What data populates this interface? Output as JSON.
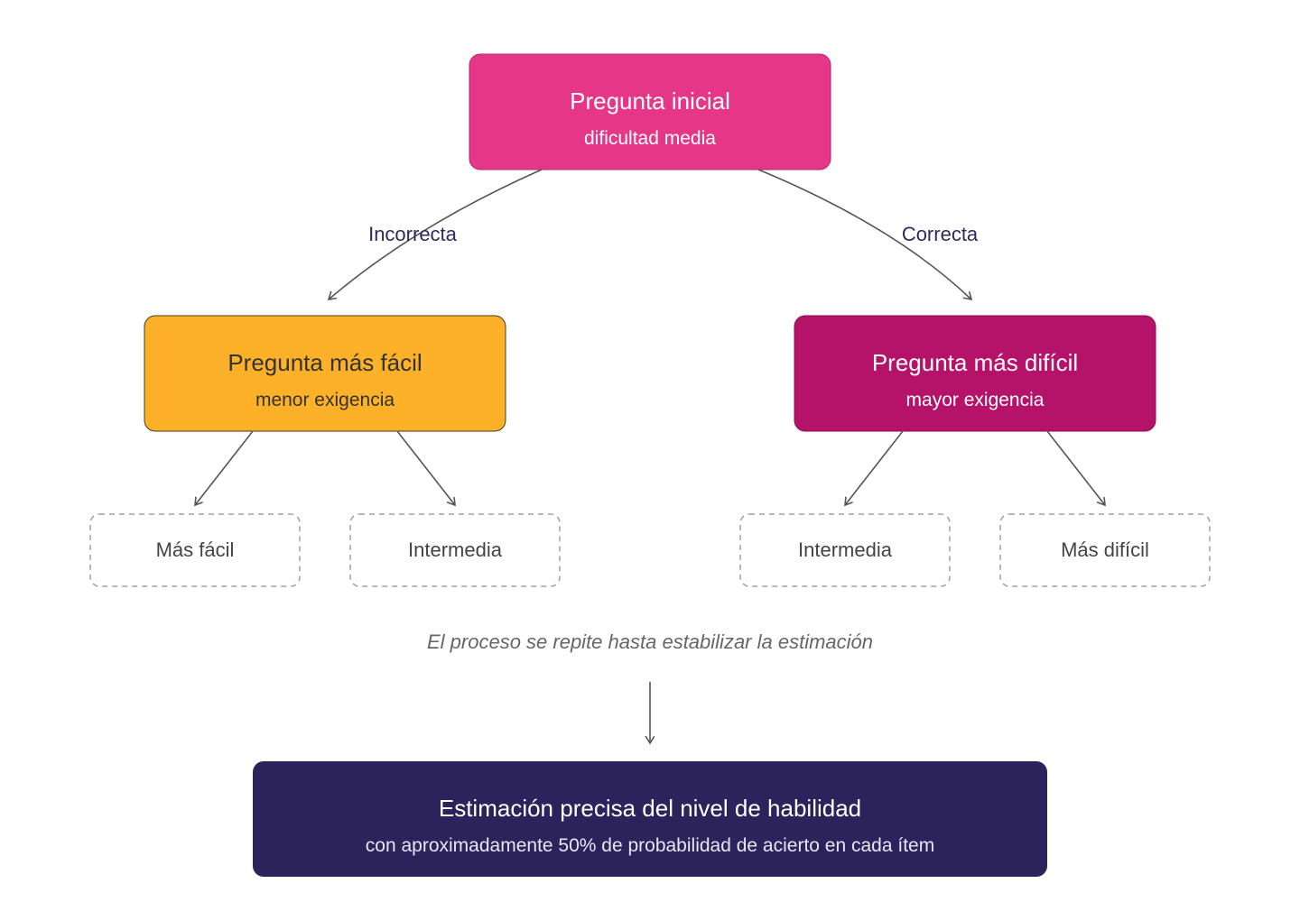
{
  "root": {
    "title": "Pregunta inicial",
    "subtitle": "dificultad media",
    "color": "#e63688"
  },
  "edges": {
    "incorrect_label": "Incorrecta",
    "correct_label": "Correcta"
  },
  "easier": {
    "title": "Pregunta más fácil",
    "subtitle": "menor exigencia",
    "color": "#fdb128",
    "text_color": "#333333"
  },
  "harder": {
    "title": "Pregunta más difícil",
    "subtitle": "mayor exigencia",
    "color": "#b5126a",
    "text_color": "#ffffff"
  },
  "leaves": [
    "Más fácil",
    "Intermedia",
    "Intermedia",
    "Más difícil"
  ],
  "note": "El proceso se repite hasta estabilizar la estimación",
  "result": {
    "title": "Estimación precisa del nivel de habilidad",
    "subtitle": "con aproximadamente 50% de probabilidad de acierto en cada ítem",
    "color": "#2d235c"
  }
}
